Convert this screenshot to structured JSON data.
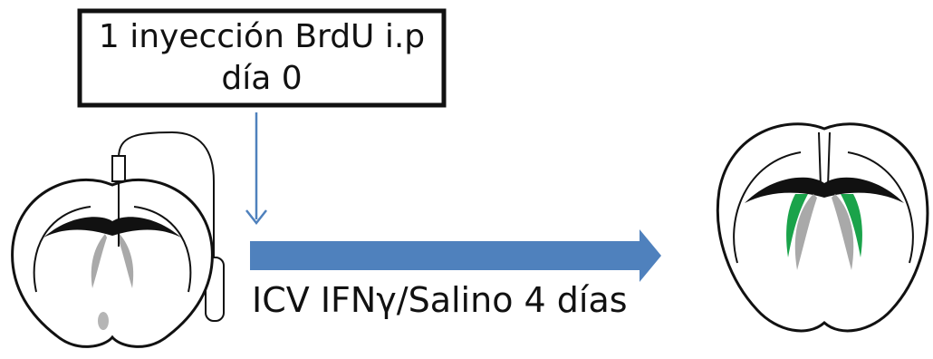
{
  "injection_box": {
    "line1": "1 inyección BrdU i.p",
    "line2": "día 0"
  },
  "treatment_label": "ICV IFNγ/Salino 4 días",
  "colors": {
    "arrow_blue": "#4f81bd",
    "outline": "#111111",
    "ventricle_gray": "#a9a9a9",
    "ventricle_green": "#1aa34a"
  }
}
